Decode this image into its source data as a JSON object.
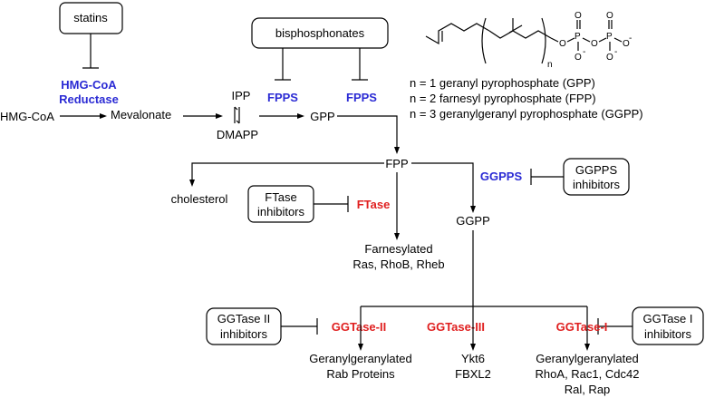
{
  "colors": {
    "blue_enzyme": "#2b2bd4",
    "red_enzyme": "#e02020",
    "line": "#000000"
  },
  "inhibitors": {
    "statins": "statins",
    "bisphosphonates": "bisphosphonates",
    "ggpps_inhibitors": [
      "GGPPS",
      "inhibitors"
    ],
    "ftase_inhibitors": [
      "FTase",
      "inhibitors"
    ],
    "ggtase2_inhibitors": [
      "GGTase II",
      "inhibitors"
    ],
    "ggtase1_inhibitors": [
      "GGTase I",
      "inhibitors"
    ]
  },
  "enzymes": {
    "hmgcoa_reductase": [
      "HMG-CoA",
      "Reductase"
    ],
    "fpps_1": "FPPS",
    "fpps_2": "FPPS",
    "ggpps": "GGPPS",
    "ftase": "FTase",
    "ggtase2": "GGTase-II",
    "ggtase3": "GGTase-III",
    "ggtase1": "GGTase-I"
  },
  "metabolites": {
    "hmgcoa": "HMG-CoA",
    "mevalonate": "Mevalonate",
    "ipp": "IPP",
    "dmapp": "DMAPP",
    "gpp": "GPP",
    "fpp": "FPP",
    "ggpp": "GGPP",
    "cholesterol": "cholesterol"
  },
  "products": {
    "farnesylated": [
      "Farnesylated",
      "Ras, RhoB, Rheb"
    ],
    "rab": [
      "Geranylgeranylated",
      "Rab Proteins"
    ],
    "ykt6": [
      "Ykt6",
      "FBXL2"
    ],
    "rho": [
      "Geranylgeranylated",
      "RhoA, Rac1, Cdc42",
      "Ral, Rap"
    ]
  },
  "structure": {
    "subscript": "n",
    "atoms": {
      "o1": "O",
      "p1": "P",
      "o_bridge": "O",
      "p2": "P",
      "o_top1": "O",
      "o_top2": "O",
      "o_bot1": "O",
      "o_bot2": "O",
      "o_end": "O",
      "charge": "-"
    },
    "legend": [
      "n = 1 geranyl pyrophosphate (GPP)",
      "n = 2 farnesyl pyrophosphate (FPP)",
      "n = 3 geranylgeranyl pyrophosphate (GGPP)"
    ]
  }
}
